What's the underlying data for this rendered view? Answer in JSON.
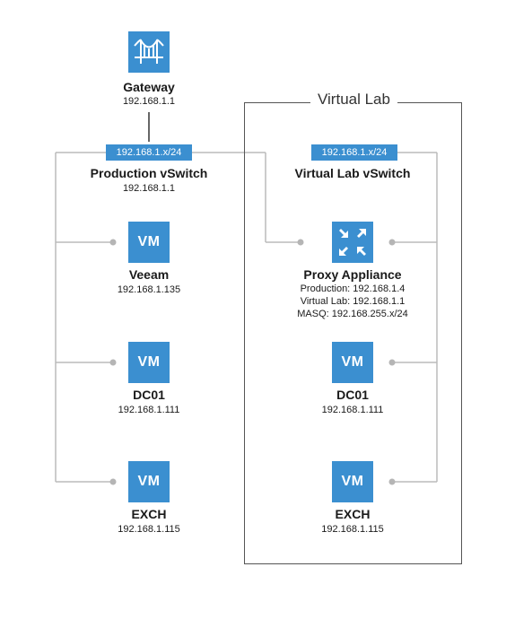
{
  "virtual_lab": {
    "title": "Virtual Lab"
  },
  "gateway": {
    "title": "Gateway",
    "ip": "192.168.1.1",
    "icon": "bridge-icon"
  },
  "production": {
    "switch_label": "192.168.1.x/24",
    "switch_title": "Production vSwitch",
    "switch_ip": "192.168.1.1",
    "vms": [
      {
        "badge": "VM",
        "name": "Veeam",
        "ip": "192.168.1.135"
      },
      {
        "badge": "VM",
        "name": "DC01",
        "ip": "192.168.1.111"
      },
      {
        "badge": "VM",
        "name": "EXCH",
        "ip": "192.168.1.115"
      }
    ]
  },
  "lab": {
    "switch_label": "192.168.1.x/24",
    "switch_title": "Virtual Lab vSwitch",
    "proxy": {
      "title": "Proxy Appliance",
      "icon": "proxy-arrows-icon",
      "lines": [
        "Production: 192.168.1.4",
        "Virtual Lab: 192.168.1.1",
        "MASQ: 192.168.255.x/24"
      ]
    },
    "vms": [
      {
        "badge": "VM",
        "name": "DC01",
        "ip": "192.168.1.111"
      },
      {
        "badge": "VM",
        "name": "EXCH",
        "ip": "192.168.1.115"
      }
    ]
  },
  "colors": {
    "accent": "#3b8fd0",
    "wire": "#bbbbbb",
    "frame": "#555555"
  }
}
